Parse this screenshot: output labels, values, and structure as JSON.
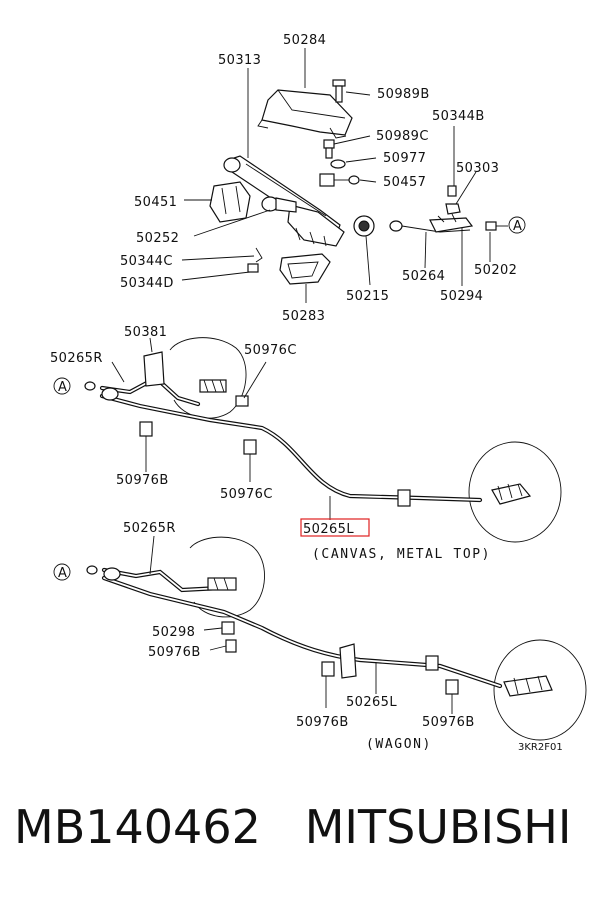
{
  "top_assembly": {
    "labels": [
      "50284",
      "50313",
      "50989B",
      "50344B",
      "50989C",
      "50977",
      "50303",
      "50457",
      "50451",
      "50252",
      "50344C",
      "50344D",
      "50283",
      "50215",
      "50264",
      "50294",
      "50202"
    ]
  },
  "middle_assembly": {
    "labels": [
      "50381",
      "50265R",
      "50976C",
      "50976B",
      "50976C",
      "50265L"
    ],
    "highlighted_label": "50265L",
    "note": "(CANVAS, METAL TOP)"
  },
  "bottom_assembly": {
    "labels": [
      "50265R",
      "50298",
      "50976B",
      "50265L",
      "50976B",
      "50976B"
    ],
    "note": "(WAGON)"
  },
  "reference_marker": "A",
  "diagram_code": "3KR2F01",
  "footer": {
    "part_number": "MB140462",
    "brand": "MITSUBISHI"
  },
  "colors": {
    "highlight": "#e02020",
    "ink": "#111111"
  }
}
